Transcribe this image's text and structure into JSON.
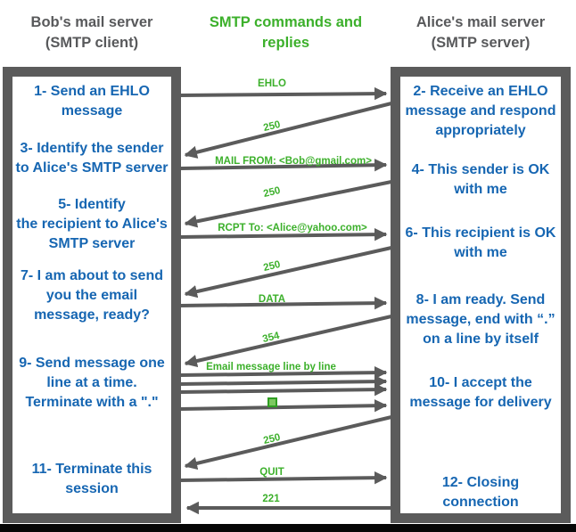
{
  "colors": {
    "box_border_gray": "#5b5b5b",
    "arrow_gray": "#5b5b5b",
    "step_text_blue": "#1666b2",
    "command_green": "#3cb02b",
    "header_gray": "#58595b",
    "bottom_bar_black": "#060606",
    "dot_fill_green": "#7cc860"
  },
  "headers": {
    "left": "Bob's mail server\n(SMTP client)",
    "center": "SMTP commands and\nreplies",
    "right": "Alice's mail server\n(SMTP server)"
  },
  "client": {
    "role": "SMTP client",
    "steps": [
      "1- Send an EHLO\nmessage",
      "3- Identify the sender\nto Alice's SMTP server",
      "5- Identify\nthe recipient to Alice's\nSMTP server",
      "7- I am about to send\nyou the email\nmessage, ready?",
      "9- Send message one\nline at a time.\nTerminate with a \".\"",
      "11- Terminate this\nsession"
    ]
  },
  "server": {
    "role": "SMTP server",
    "steps": [
      "2- Receive an EHLO\nmessage and respond\nappropriately",
      "4- This sender is OK\nwith me",
      "6- This recipient is OK\nwith me",
      "8-  I am ready. Send\nmessage, end with “.”\non a line by itself",
      "10-  I accept the\nmessage for delivery",
      "12-  Closing\nconnection"
    ]
  },
  "sequence": [
    {
      "label": "EHLO",
      "direction": "client_to_server"
    },
    {
      "label": "250",
      "direction": "server_to_client"
    },
    {
      "label": "MAIL FROM: <Bob@gmail.com>",
      "direction": "client_to_server"
    },
    {
      "label": "250",
      "direction": "server_to_client"
    },
    {
      "label": "RCPT To: <Alice@yahoo.com>",
      "direction": "client_to_server"
    },
    {
      "label": "250",
      "direction": "server_to_client"
    },
    {
      "label": "DATA",
      "direction": "client_to_server"
    },
    {
      "label": "354",
      "direction": "server_to_client"
    },
    {
      "label": "Email message line by line",
      "direction": "client_to_server",
      "arrow_count": 3
    },
    {
      "icon": "green-square-dot",
      "direction": "client_to_server"
    },
    {
      "label": "250",
      "direction": "server_to_client"
    },
    {
      "label": "QUIT",
      "direction": "client_to_server"
    },
    {
      "label": "221",
      "direction": "server_to_client"
    }
  ]
}
